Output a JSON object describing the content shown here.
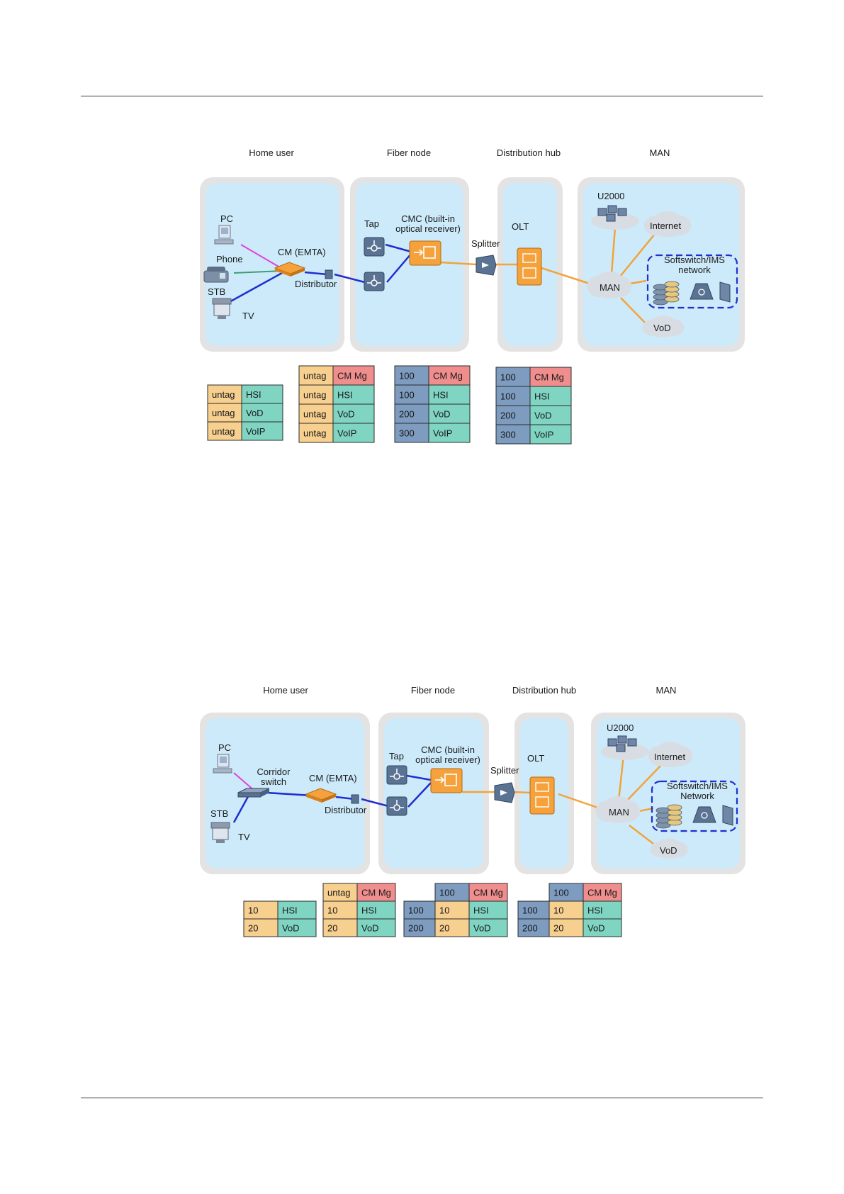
{
  "colors": {
    "panel_outer": "#e3e3e3",
    "panel_inner": "#cdeafa",
    "fiber": "#f2a33a",
    "coax": "#1f2fd0",
    "pc_link": "#e040e0",
    "phone_link": "#3aa070",
    "untag_cell": "#f7cf8f",
    "vlan_dark": "#7d9cc0",
    "service_cell": "#7fd4c2",
    "mgmt_cell": "#f08e8e",
    "device_orange": "#f6a23c",
    "device_blue": "#5a7393"
  },
  "diagram1": {
    "sections": [
      "Home user",
      "Fiber node",
      "Distribution hub",
      "MAN"
    ],
    "labels": {
      "pc": "PC",
      "phone": "Phone",
      "stb": "STB",
      "tv": "TV",
      "cm": "CM (EMTA)",
      "distributor": "Distributor",
      "tap": "Tap",
      "cmc": "CMC (built-in\noptical receiver)",
      "splitter": "Splitter",
      "olt": "OLT",
      "u2000": "U2000",
      "internet": "Internet",
      "softswitch": "Softswitch/IMS\nnetwork",
      "man": "MAN",
      "vod": "VoD"
    },
    "tables": [
      {
        "rows": [
          [
            "untag",
            "HSI"
          ],
          [
            "untag",
            "VoD"
          ],
          [
            "untag",
            "VoIP"
          ]
        ]
      },
      {
        "rows": [
          [
            "untag",
            "CM Mg"
          ],
          [
            "untag",
            "HSI"
          ],
          [
            "untag",
            "VoD"
          ],
          [
            "untag",
            "VoIP"
          ]
        ]
      },
      {
        "rows": [
          [
            "100",
            "CM Mg"
          ],
          [
            "100",
            "HSI"
          ],
          [
            "200",
            "VoD"
          ],
          [
            "300",
            "VoIP"
          ]
        ]
      },
      {
        "rows": [
          [
            "100",
            "CM Mg"
          ],
          [
            "100",
            "HSI"
          ],
          [
            "200",
            "VoD"
          ],
          [
            "300",
            "VoIP"
          ]
        ]
      }
    ]
  },
  "diagram2": {
    "sections": [
      "Home user",
      "Fiber node",
      "Distribution hub",
      "MAN"
    ],
    "labels": {
      "pc": "PC",
      "corridor_switch": "Corridor\nswitch",
      "stb": "STB",
      "tv": "TV",
      "cm": "CM (EMTA)",
      "distributor": "Distributor",
      "tap": "Tap",
      "cmc": "CMC (built-in\noptical receiver)",
      "splitter": "Splitter",
      "olt": "OLT",
      "u2000": "U2000",
      "internet": "Internet",
      "softswitch": "Softswitch/IMS\nNetwork",
      "man": "MAN",
      "vod": "VoD"
    },
    "tables": [
      {
        "outer": [],
        "rows": [
          [
            "10",
            "HSI"
          ],
          [
            "20",
            "VoD"
          ]
        ]
      },
      {
        "outer": [],
        "rows": [
          [
            "untag",
            "CM Mg"
          ],
          [
            "10",
            "HSI"
          ],
          [
            "20",
            "VoD"
          ]
        ]
      },
      {
        "outer": [
          "100",
          "200"
        ],
        "rows": [
          [
            "100",
            "CM Mg"
          ],
          [
            "10",
            "HSI"
          ],
          [
            "20",
            "VoD"
          ]
        ]
      },
      {
        "outer": [
          "100",
          "200"
        ],
        "rows": [
          [
            "100",
            "CM Mg"
          ],
          [
            "10",
            "HSI"
          ],
          [
            "20",
            "VoD"
          ]
        ]
      }
    ]
  }
}
